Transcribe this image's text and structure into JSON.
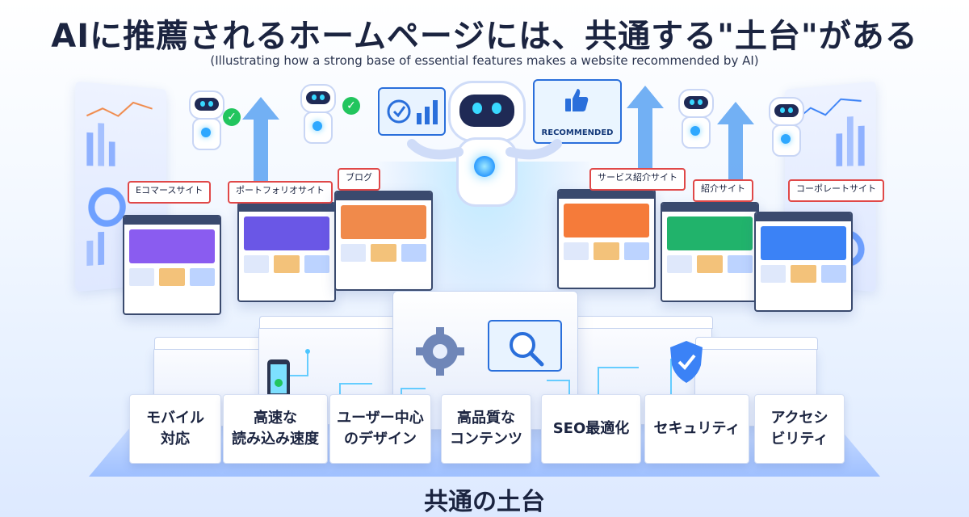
{
  "header": {
    "title": "AIに推薦されるホームページには、共通する\"土台\"がある",
    "subtitle": "(Illustrating how a strong base of essential features makes a website recommended by AI)"
  },
  "bubble": {
    "recommended": "RECOMMENDED"
  },
  "sites": [
    {
      "label": "Eコマースサイト",
      "color": "#8a5cf0"
    },
    {
      "label": "ポートフォリオサイト",
      "color": "#6a57e6"
    },
    {
      "label": "ブログ",
      "color": "#f08a4b"
    },
    {
      "label": "サービス紹介サイト",
      "color": "#f57b3a"
    },
    {
      "label": "紹介サイト",
      "color": "#21b36b"
    },
    {
      "label": "コーポレートサイト",
      "color": "#3b82f6"
    }
  ],
  "foundation": {
    "blocks": [
      "モバイル\n対応",
      "高速な\n読み込み速度",
      "ユーザー中心\nのデザイン",
      "高品質な\nコンテンツ",
      "SEO最適化",
      "セキュリティ",
      "アクセシ\nビリティ"
    ],
    "label": "共通の土台"
  },
  "icons": [
    "robot-icon",
    "check-icon",
    "up-arrow-icon",
    "thumbs-up-icon",
    "gear-icon",
    "magnifier-icon",
    "smartphone-icon",
    "shield-check-icon",
    "shopping-cart-icon",
    "chart-icon"
  ],
  "colors": {
    "accent": "#2a6fdb",
    "tag_border": "#e04848",
    "glow": "#4cc6ff",
    "check": "#22c55e"
  }
}
